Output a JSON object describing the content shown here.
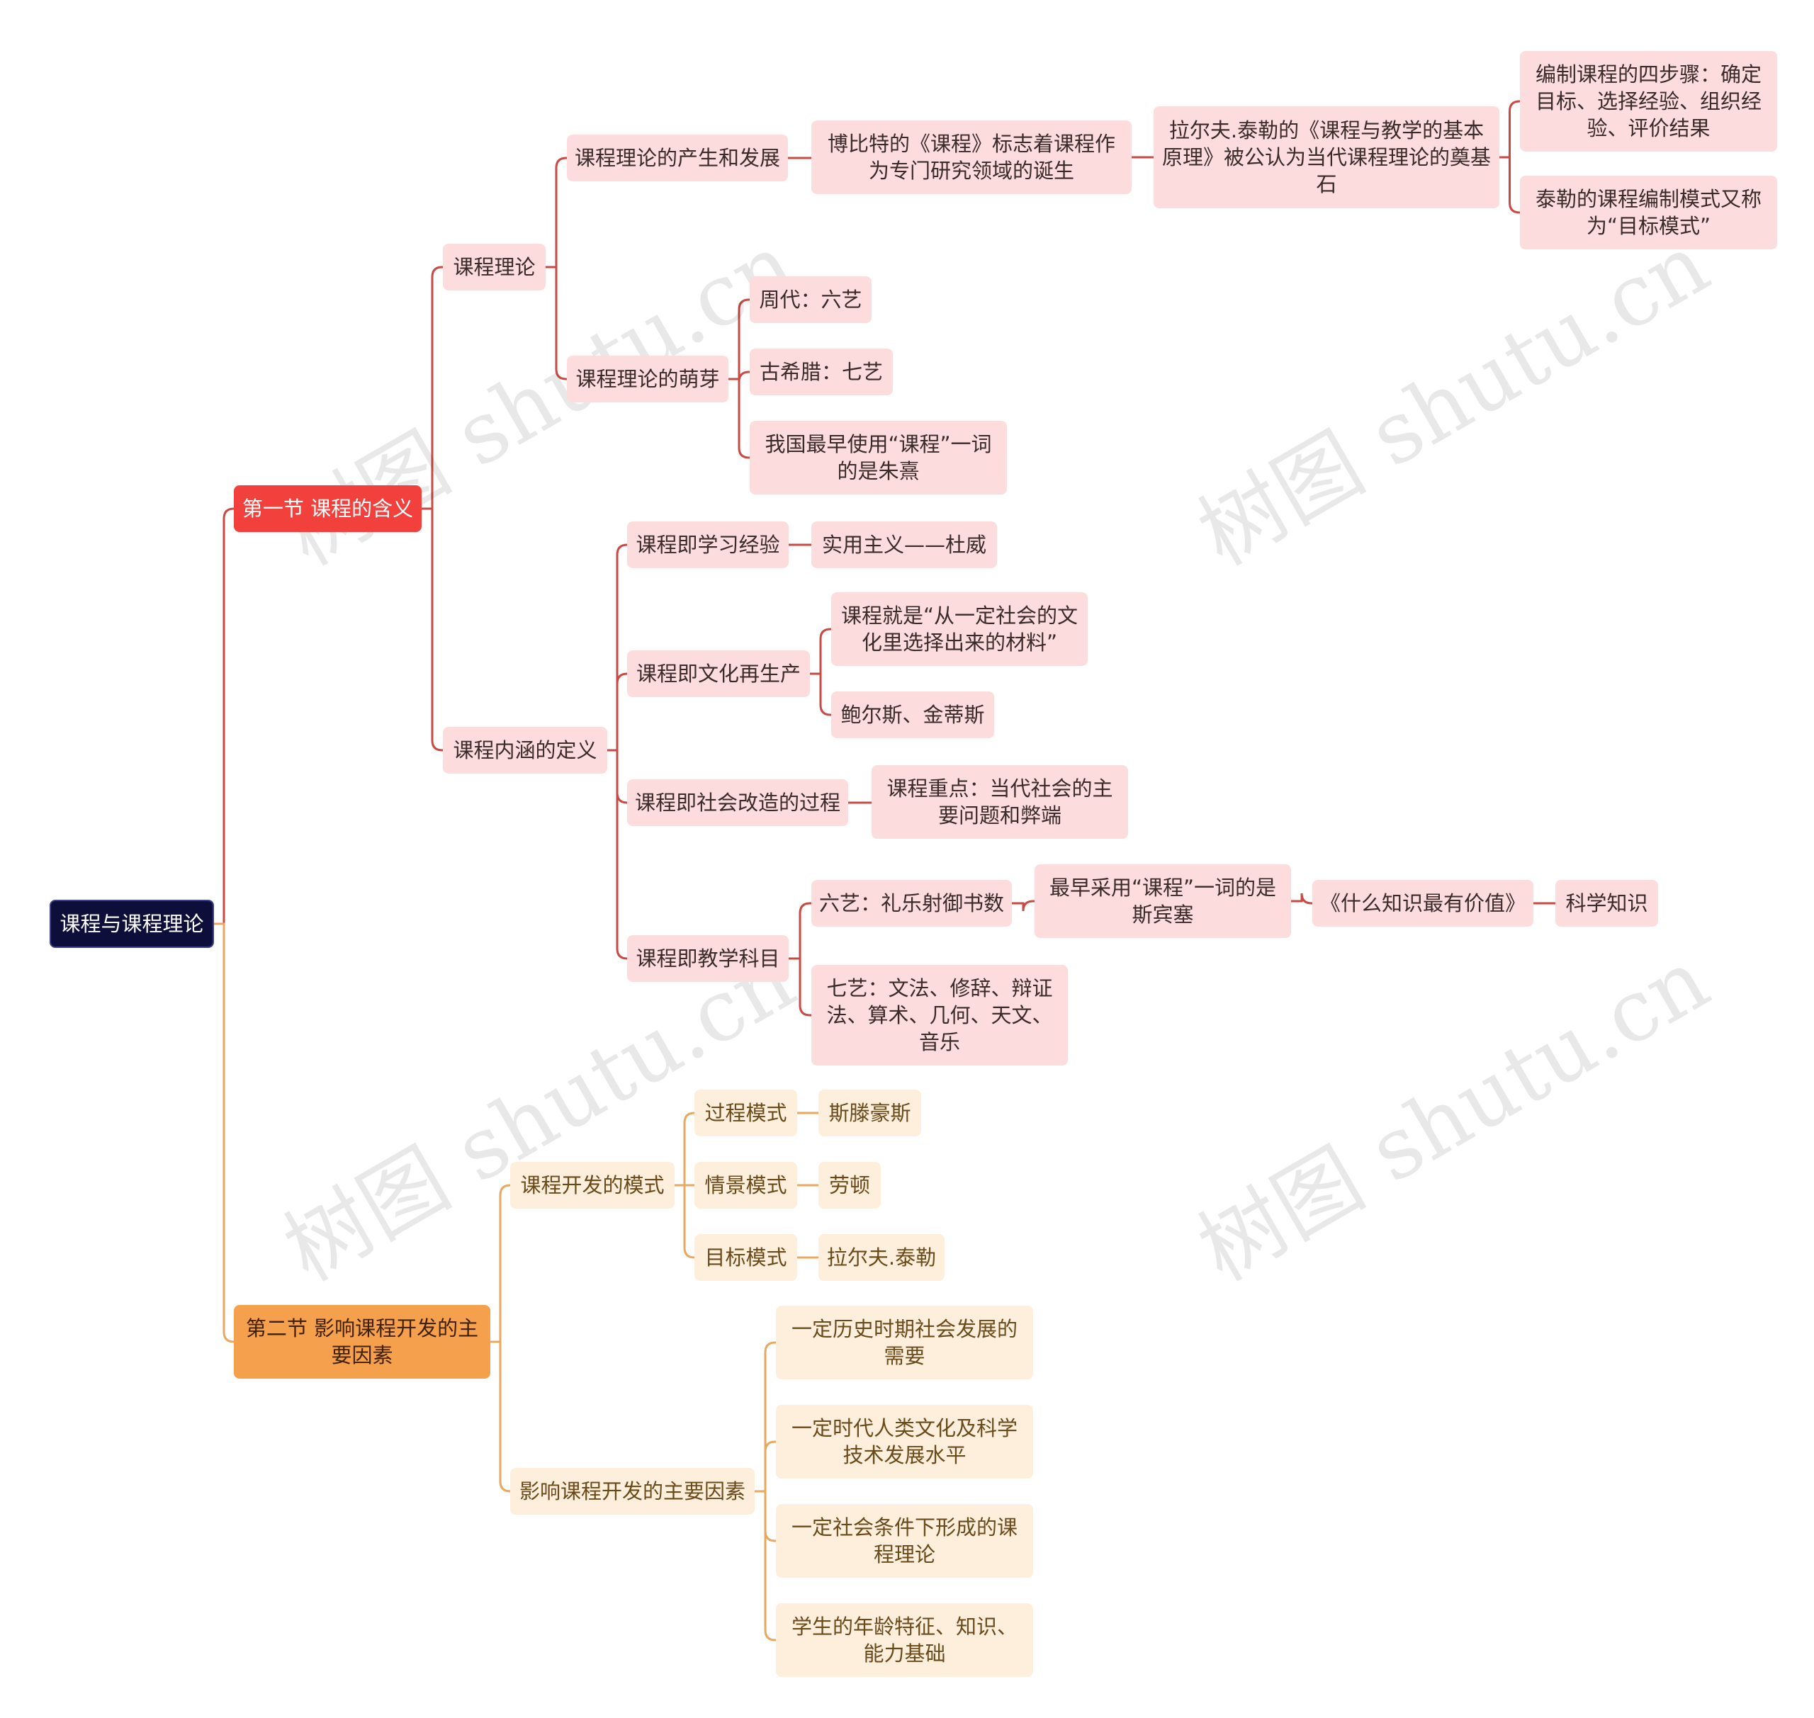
{
  "root": "课程与课程理论",
  "s1": {
    "title": "第一节 课程的含义",
    "theory": {
      "label": "课程理论",
      "origin": {
        "label": "课程理论的产生和发展",
        "bobbitt": "博比特的《课程》标志着课程作为专门研究领域的诞生",
        "tyler": "拉尔夫.泰勒的《课程与教学的基本原理》被公认为当代课程理论的奠基石",
        "steps": "编制课程的四步骤：确定目标、选择经验、组织经验、评价结果",
        "model": "泰勒的课程编制模式又称为“目标模式”"
      },
      "sprout": {
        "label": "课程理论的萌芽",
        "zhou": "周代：六艺",
        "greece": "古希腊：七艺",
        "zhuxi": "我国最早使用“课程”一词的是朱熹"
      }
    },
    "def": {
      "label": "课程内涵的定义",
      "exp": {
        "label": "课程即学习经验",
        "c1": "实用主义——杜威"
      },
      "culture": {
        "label": "课程即文化再生产",
        "c1": "课程就是“从一定社会的文化里选择出来的材料”",
        "c2": "鲍尔斯、金蒂斯"
      },
      "social": {
        "label": "课程即社会改造的过程",
        "c1": "课程重点：当代社会的主要问题和弊端"
      },
      "subject": {
        "label": "课程即教学科目",
        "six": "六艺：礼乐射御书数",
        "spencer": "最早采用“课程”一词的是斯宾塞",
        "book": "《什么知识最有价值》",
        "sci": "科学知识",
        "seven": "七艺：文法、修辞、辩证法、算术、几何、天文、音乐"
      }
    }
  },
  "s2": {
    "title": "第二节 影响课程开发的主要因素",
    "models": {
      "label": "课程开发的模式",
      "process": {
        "label": "过程模式",
        "who": "斯滕豪斯"
      },
      "situation": {
        "label": "情景模式",
        "who": "劳顿"
      },
      "target": {
        "label": "目标模式",
        "who": "拉尔夫.泰勒"
      }
    },
    "factors": {
      "label": "影响课程开发的主要因素",
      "f1": "一定历史时期社会发展的需要",
      "f2": "一定时代人类文化及科学技术发展水平",
      "f3": "一定社会条件下形成的课程理论",
      "f4": "学生的年龄特征、知识、能力基础"
    }
  },
  "watermark": "树图 shutu.cn",
  "colors": {
    "red_branch": "#c94a44",
    "orange_branch": "#e8a860"
  }
}
